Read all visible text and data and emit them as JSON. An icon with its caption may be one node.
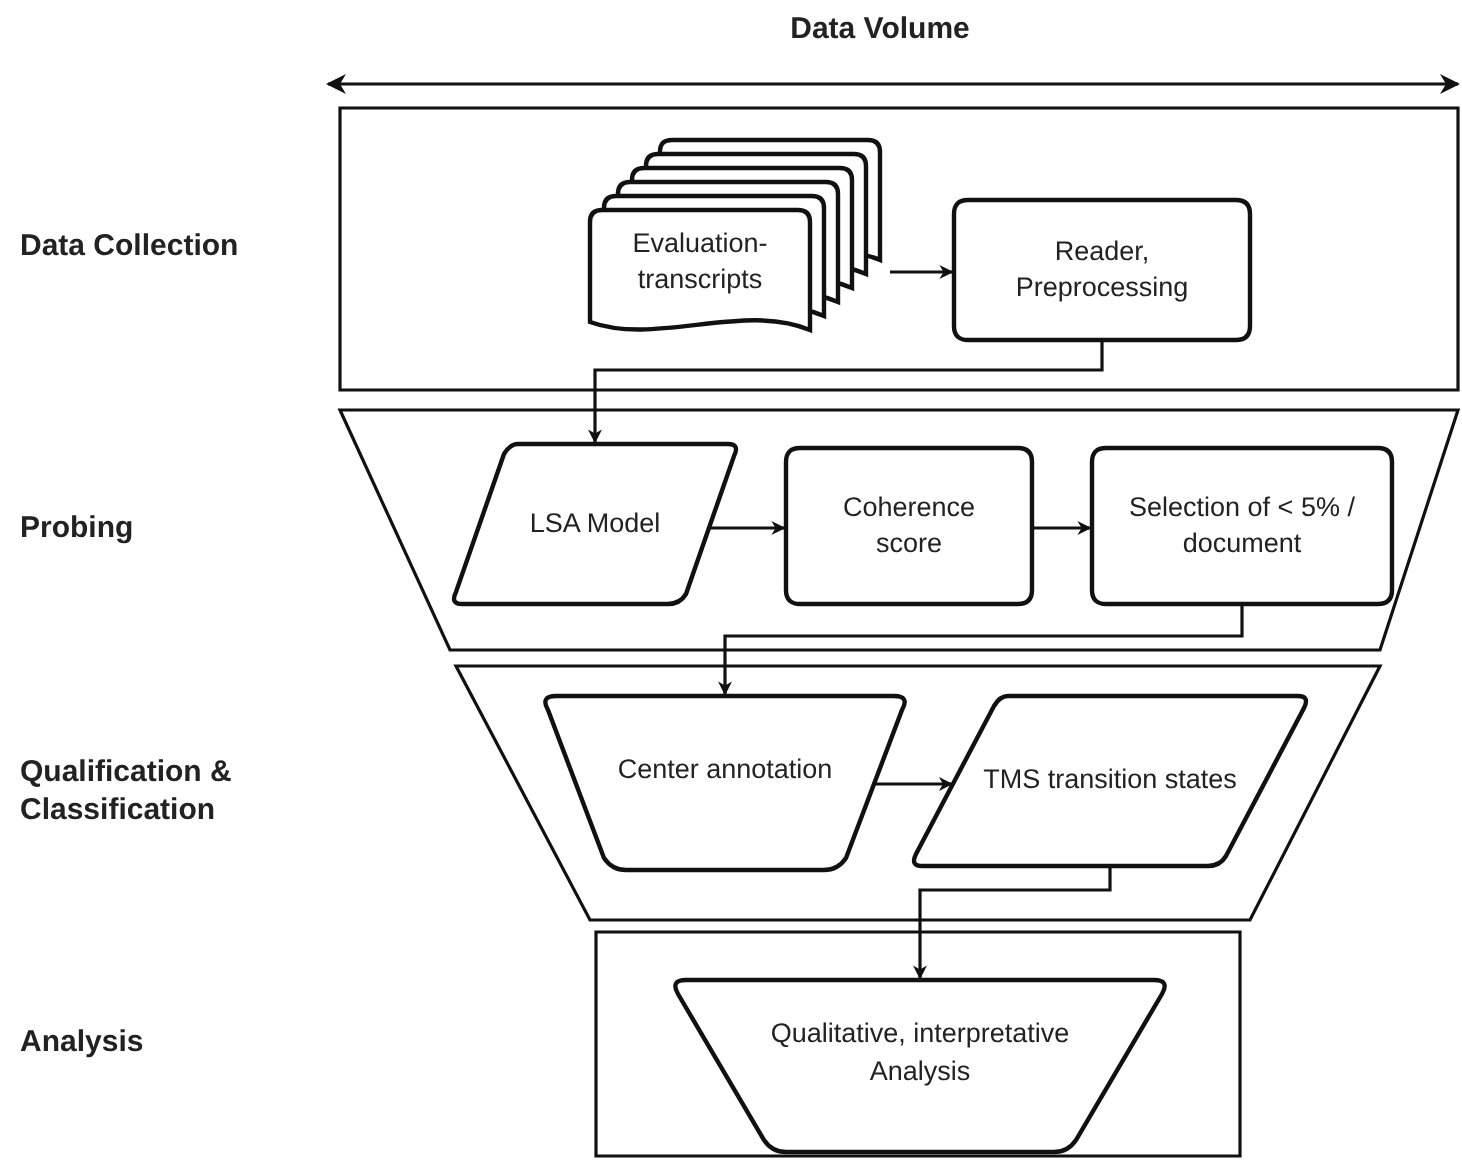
{
  "diagram": {
    "title": "Data Volume",
    "nodes": [
      {
        "text": [],
        "shape": "box"
      },
      {
        "text": [
          "Evaluation-transcripts"
        ],
        "in": 0
      },
      {
        "text": [
          "Reader, Preprocessing"
        ],
        "in": 0
      },
      {
        "text": [],
        "shape": "trapezoid"
      },
      {
        "text": [
          "LSA Model"
        ],
        "in": 3
      },
      {
        "text": [
          "Coherence score"
        ],
        "in": 3
      },
      {
        "text": [
          "Selection of < 5% / document"
        ],
        "in": 3
      },
      {
        "text": [],
        "shape": "trapezoid"
      },
      {
        "text": [
          "Center annotation"
        ],
        "in": 7
      },
      {
        "text": [
          "TMS transition states"
        ],
        "in": 7
      },
      {
        "text": [],
        "shape": "box"
      },
      {
        "text": [
          "Qualitative, interpretative Analysis"
        ],
        "in": 10
      }
    ],
    "edges": [
      {
        "from": 1,
        "to": 2,
        "arrow": "to"
      },
      {
        "from": 2,
        "to": 4,
        "arrow": "to"
      },
      {
        "from": 4,
        "to": 5,
        "arrow": "to"
      },
      {
        "from": 5,
        "to": 6,
        "arrow": "to"
      },
      {
        "from": 6,
        "to": 8,
        "arrow": "to"
      },
      {
        "from": 8,
        "to": 9,
        "arrow": "to"
      },
      {
        "from": 9,
        "to": 11,
        "arrow": "to"
      }
    ],
    "labels": [
      "Data Collection",
      "Probing",
      "Qualification & Classification",
      "Analysis"
    ]
  }
}
